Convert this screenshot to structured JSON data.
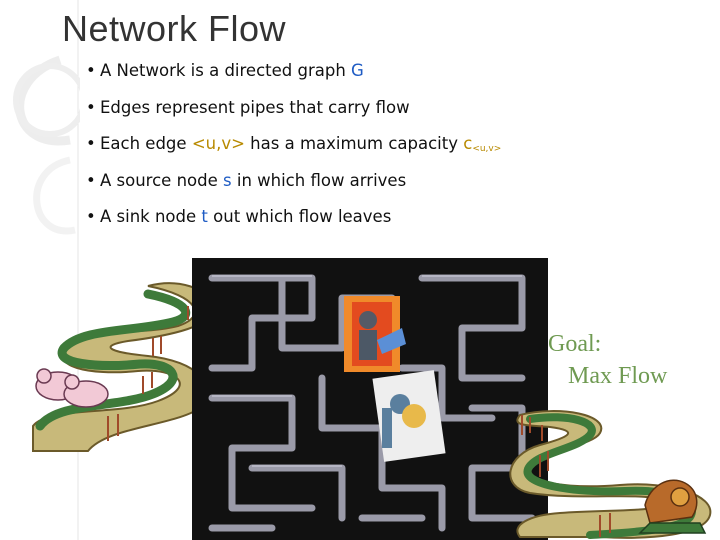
{
  "slide": {
    "title": "Network Flow",
    "bullets": [
      {
        "text": "A Network is a directed graph ",
        "hl": "G"
      },
      {
        "text": "Edges represent pipes that carry flow"
      },
      {
        "pre": "Each edge ",
        "hl": "<u,v>",
        "mid": " has a maximum capacity ",
        "cap": "c",
        "sub": "<u,v>"
      },
      {
        "pre": "A source node ",
        "hl": "s",
        "post": " in which flow arrives"
      },
      {
        "pre": "A sink node ",
        "hl": "t",
        "post": " out which flow leaves"
      }
    ],
    "goal": {
      "line1": "Goal:",
      "line2": "Max Flow"
    }
  },
  "colors": {
    "title": "#333333",
    "highlight_blue": "#1f5cc4",
    "highlight_gold": "#b88a00",
    "goal_green": "#6f9a52",
    "maze_background": "#111111",
    "pipe": "#9a9aa8"
  },
  "images": {
    "left_clipart": "winding-river-with-swimmers",
    "center": "pipe-maze-with-firefighter-and-plumber",
    "right_clipart": "winding-river-with-sphinx"
  }
}
